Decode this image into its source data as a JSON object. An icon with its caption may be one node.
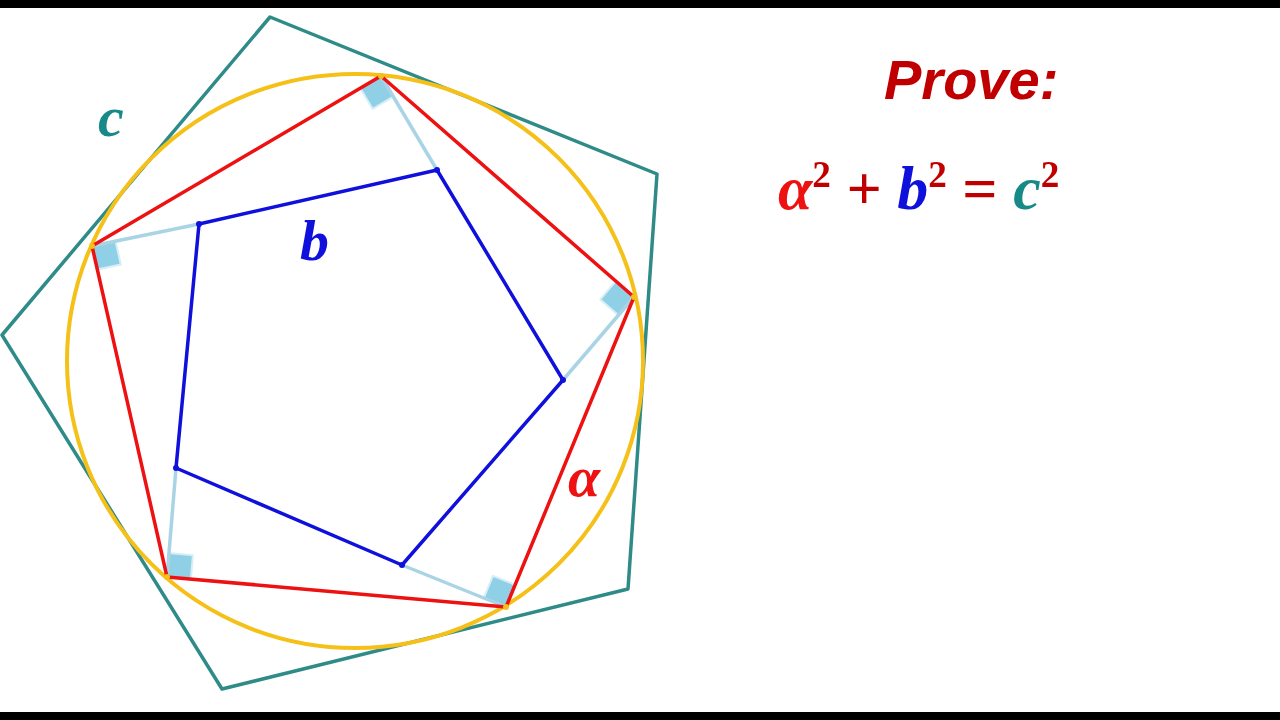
{
  "diagram": {
    "labels": [
      "c",
      "b",
      "α",
      "Prove:",
      "α$^{2}$ + b$^{2}$ = c$^{2}$"
    ]
  }
}
